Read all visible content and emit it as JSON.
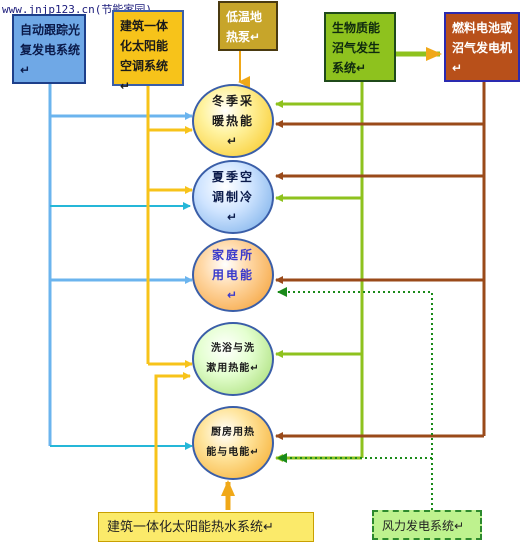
{
  "watermark": "www.jnjp123.cn(节能家园)",
  "sources": {
    "pv_tracking": "自动跟踪光复发电系统↵",
    "solar_ac": "建筑一体化太阳能空调系统↵",
    "heat_pump": "低温地热泵↵",
    "biogas": "生物质能沼气发生系统↵",
    "fuel_cell": "燃料电池或沼气发电机↵",
    "solar_water": "建筑一体化太阳能热水系统↵",
    "wind": "风力发电系统↵"
  },
  "uses": {
    "winter_heating": "冬季采暖热能↵",
    "summer_cooling": "夏季空调制冷↵",
    "household_power": "家庭所用电能↵",
    "bath_hot_water": "洗浴与洗漱用热能↵",
    "kitchen_energy": "厨房用热能与电能↵"
  },
  "colors": {
    "blue_line": "#6bb4ee",
    "cyan_line": "#25b7d8",
    "yellow_line": "#f7c31a",
    "green_line": "#8ec21e",
    "brown_line": "#9a4a1a",
    "dotted_green": "#1a8a1a",
    "orange_arrow": "#f0a818"
  }
}
